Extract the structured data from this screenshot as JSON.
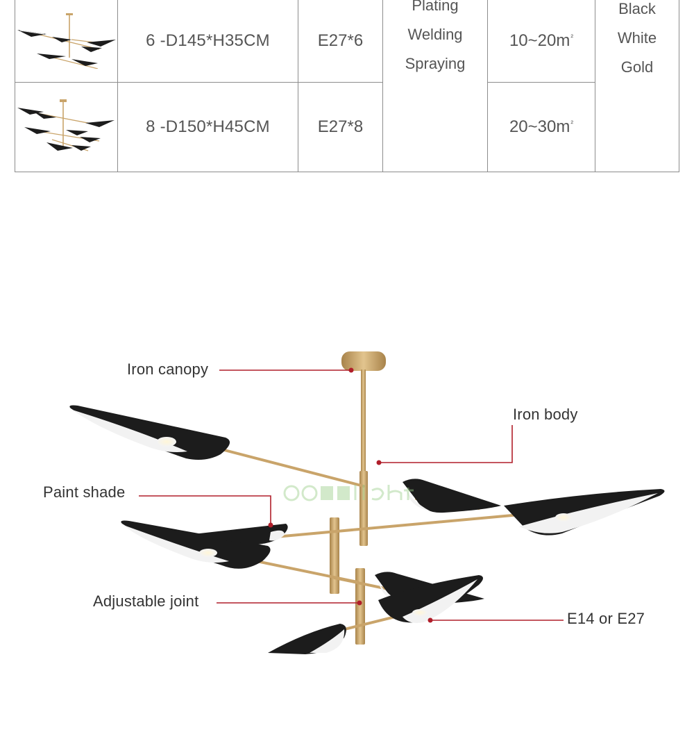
{
  "table": {
    "process_lines": [
      "Plating",
      "Welding",
      "Spraying"
    ],
    "color_lines": [
      "Black",
      "White",
      "Gold"
    ],
    "rows": [
      {
        "thumbnail_icon": "six-arm-chandelier-thumbnail",
        "size": "6 -D145*H35CM",
        "socket": "E27*6",
        "area_value": "10~20m",
        "area_unit_sup": "²"
      },
      {
        "thumbnail_icon": "eight-arm-chandelier-thumbnail",
        "size": "8 -D150*H45CM",
        "socket": "E27*8",
        "area_value": "20~30m",
        "area_unit_sup": "²"
      }
    ]
  },
  "diagram": {
    "watermark_icon": "brand-watermark-logo",
    "callouts": {
      "canopy": "Iron canopy",
      "body": "Iron body",
      "shade": "Paint shade",
      "joint": "Adjustable joint",
      "bulb": "E14 or E27"
    },
    "colors": {
      "callout_line": "#b01e2a",
      "brass": "#c9a46a",
      "shade_black": "#1c1c1c",
      "shade_inner": "#f1f1f1"
    }
  }
}
